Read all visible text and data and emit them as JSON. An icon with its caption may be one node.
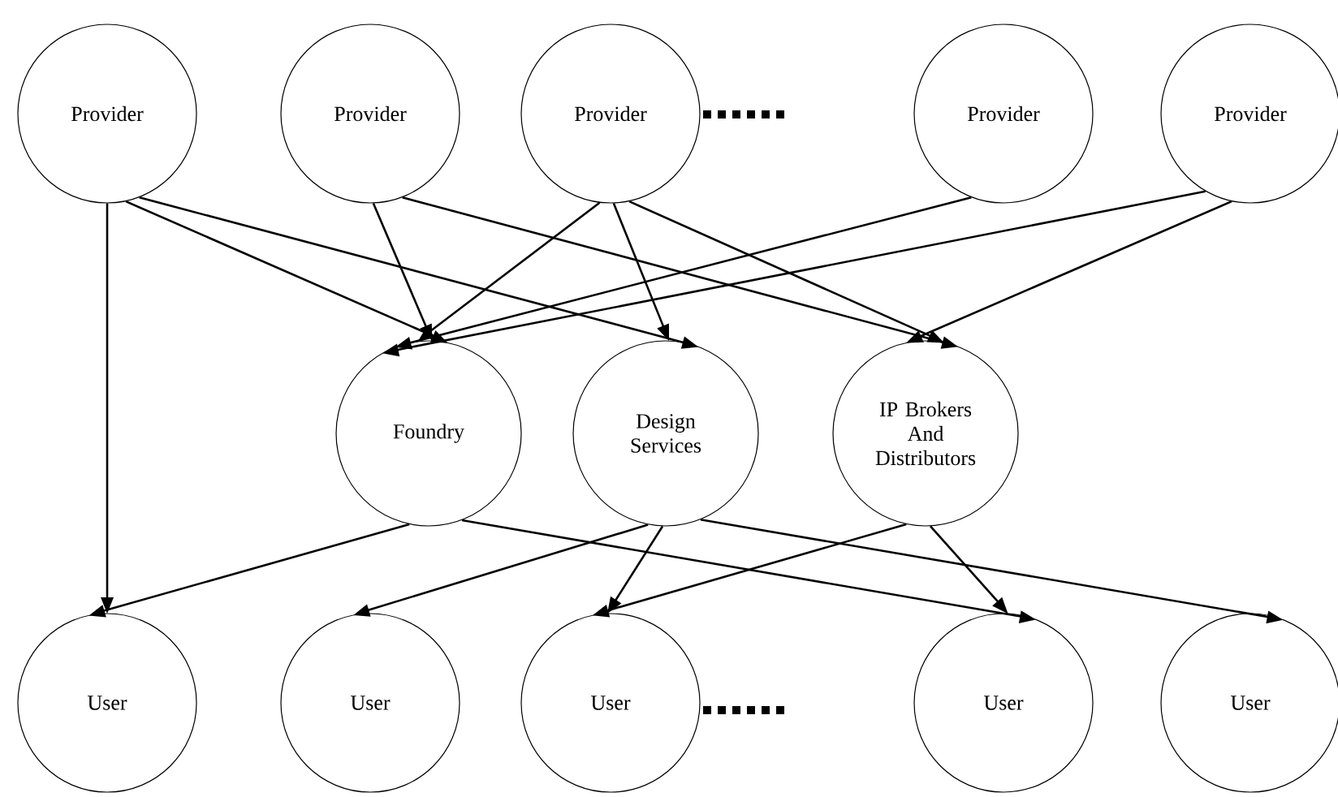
{
  "diagram": {
    "nodes": [
      {
        "text": [
          "Provider"
        ]
      },
      {
        "text": [
          "Provider"
        ]
      },
      {
        "text": [
          "Provider"
        ]
      },
      {
        "text": [
          "Provider"
        ]
      },
      {
        "text": [
          "Provider"
        ]
      },
      {
        "text": [
          "Foundry"
        ]
      },
      {
        "text": [
          "Design Services"
        ]
      },
      {
        "text": [
          "IP Brokers And Distributors"
        ]
      },
      {
        "text": [
          "User"
        ]
      },
      {
        "text": [
          "User"
        ]
      },
      {
        "text": [
          "User"
        ]
      },
      {
        "text": [
          "User"
        ]
      },
      {
        "text": [
          "User"
        ]
      }
    ],
    "edges": [
      {
        "from": 0,
        "to": 8,
        "arrow": "to"
      },
      {
        "from": 0,
        "to": 5,
        "arrow": "to"
      },
      {
        "from": 0,
        "to": 6,
        "arrow": "to"
      },
      {
        "from": 1,
        "to": 5,
        "arrow": "to"
      },
      {
        "from": 1,
        "to": 7,
        "arrow": "to"
      },
      {
        "from": 2,
        "to": 5,
        "arrow": "to"
      },
      {
        "from": 2,
        "to": 6,
        "arrow": "to"
      },
      {
        "from": 2,
        "to": 7,
        "arrow": "to"
      },
      {
        "from": 3,
        "to": 5,
        "arrow": "to"
      },
      {
        "from": 4,
        "to": 5,
        "arrow": "to"
      },
      {
        "from": 4,
        "to": 7,
        "arrow": "to"
      },
      {
        "from": 5,
        "to": 8,
        "arrow": "to"
      },
      {
        "from": 5,
        "to": 11,
        "arrow": "to"
      },
      {
        "from": 6,
        "to": 9,
        "arrow": "to"
      },
      {
        "from": 6,
        "to": 10,
        "arrow": "to"
      },
      {
        "from": 6,
        "to": 12,
        "arrow": "to"
      },
      {
        "from": 7,
        "to": 10,
        "arrow": "to"
      },
      {
        "from": 7,
        "to": 11,
        "arrow": "to"
      }
    ]
  }
}
